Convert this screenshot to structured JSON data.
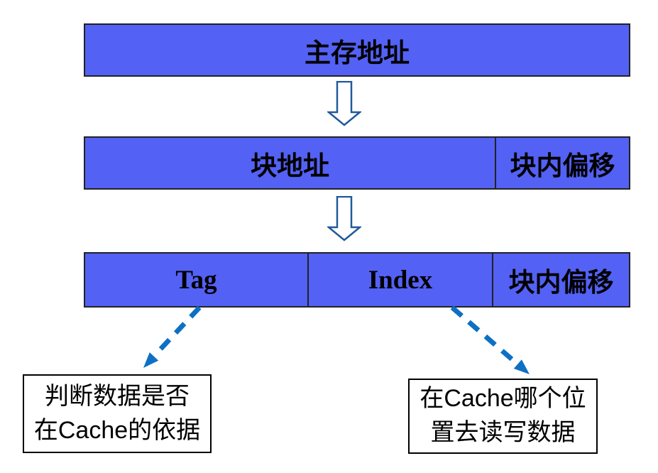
{
  "bars": [
    {
      "name": "main-memory-address",
      "cells": [
        {
          "label": "主存地址"
        }
      ]
    },
    {
      "name": "block-address-row",
      "cells": [
        {
          "label": "块地址"
        },
        {
          "label": "块内偏移"
        }
      ]
    },
    {
      "name": "tag-index-row",
      "cells": [
        {
          "label": "Tag"
        },
        {
          "label": "Index"
        },
        {
          "label": "块内偏移"
        }
      ]
    }
  ],
  "annotations": {
    "tag_note": {
      "lines": [
        "判断数据是否",
        "在Cache的依据"
      ]
    },
    "index_note": {
      "lines": [
        "在Cache哪个位",
        "置去读写数据"
      ]
    }
  },
  "icons": {
    "step_arrow_1": "down-block-arrow",
    "step_arrow_2": "down-block-arrow",
    "tag_pointer": "dashed-arrow-down-left",
    "index_pointer": "dashed-arrow-down-right"
  },
  "colors": {
    "bar_fill": "#5361f4",
    "bar_border": "#222222",
    "block_arrow_outline": "#215a9c",
    "block_arrow_fill": "#ffffff",
    "dashed_arrow": "#0d70c4",
    "note_border": "#000000",
    "note_bg": "#ffffff",
    "text": "#000000",
    "canvas_bg": "#ffffff"
  }
}
